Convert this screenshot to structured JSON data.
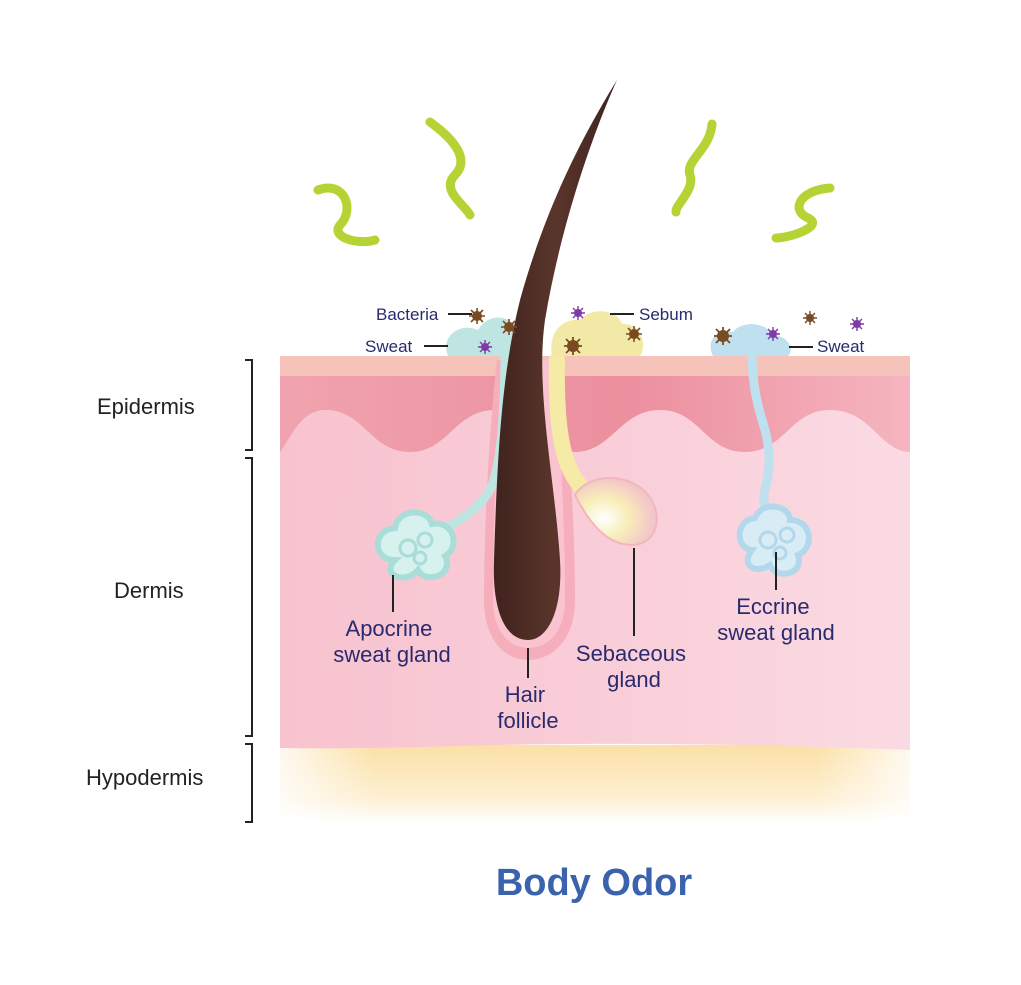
{
  "title": "Body Odor",
  "layers": {
    "epidermis": "Epidermis",
    "dermis": "Dermis",
    "hypodermis": "Hypodermis"
  },
  "callouts": {
    "bacteria": "Bacteria",
    "sweat_left": "Sweat",
    "sebum": "Sebum",
    "sweat_right": "Sweat"
  },
  "structures": {
    "apocrine": [
      "Apocrine",
      "sweat gland"
    ],
    "hair_follicle": [
      "Hair",
      "follicle"
    ],
    "sebaceous": [
      "Sebaceous",
      "gland"
    ],
    "eccrine": [
      "Eccrine",
      "sweat gland"
    ]
  },
  "colors": {
    "title": "#3b62ad",
    "label_text": "#2a2a6e",
    "odor_lines": "#b5d334",
    "hair": "#4e2d26",
    "sweat": "#bfe5e3",
    "sebum": "#f3e9a6",
    "bacteria_brown": "#7a4b22",
    "bacteria_purple": "#7f3aa8"
  }
}
